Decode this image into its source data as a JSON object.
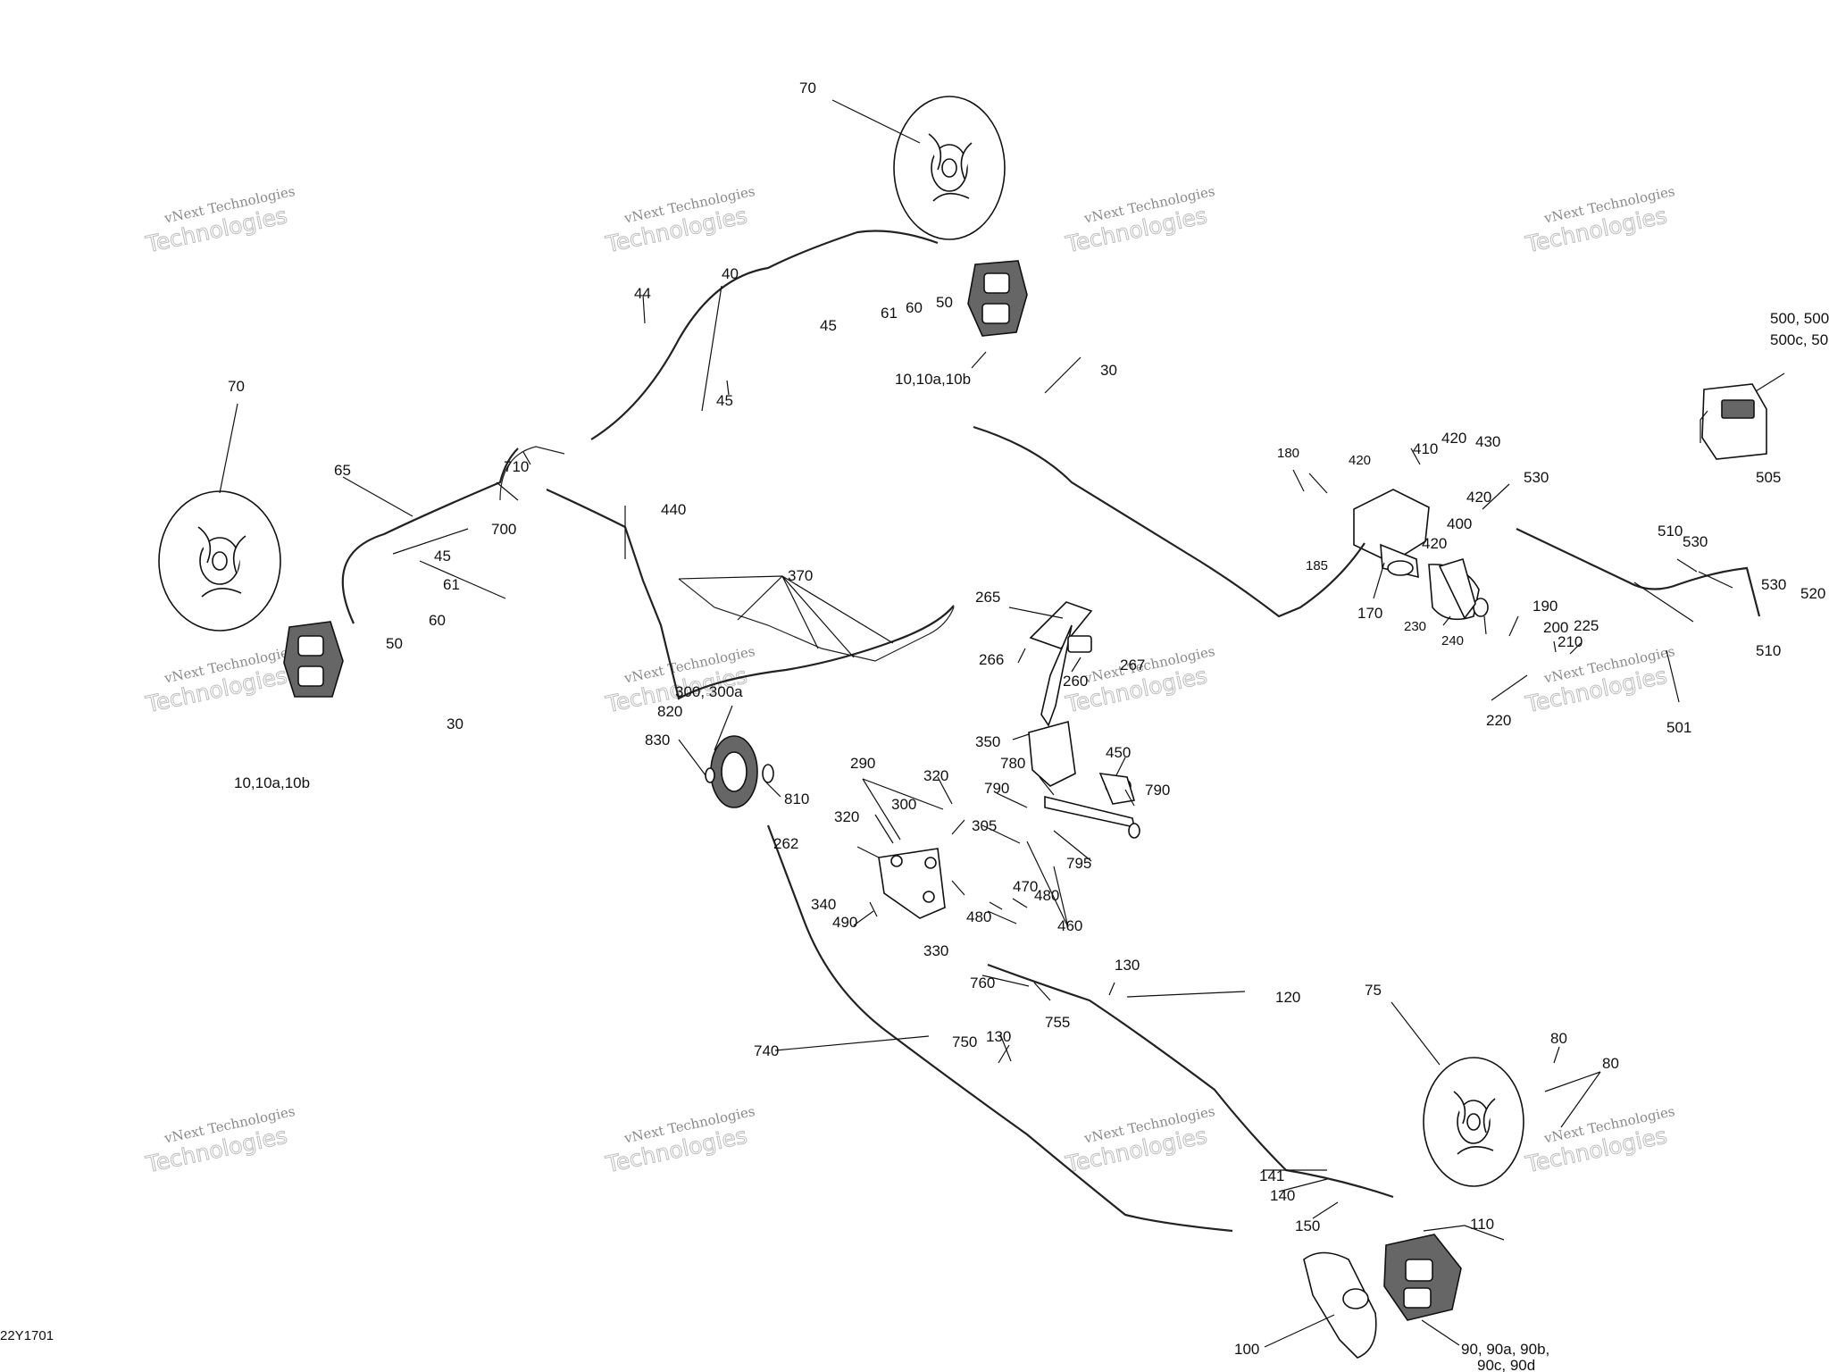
{
  "diagram": {
    "code": "22Y1701",
    "watermark": {
      "line1": "vNext Technologies",
      "line2": "Technologies"
    },
    "callouts": [
      "70",
      "70",
      "75",
      "40",
      "44",
      "45",
      "45",
      "45",
      "61",
      "61",
      "60",
      "60",
      "50",
      "50",
      "10,10a,10b",
      "10,10a,10b",
      "30",
      "30",
      "65",
      "700",
      "710",
      "440",
      "370",
      "180",
      "185",
      "420",
      "410",
      "420",
      "430",
      "420",
      "400",
      "420",
      "530",
      "505",
      "500, 500",
      "500c, 50",
      "510",
      "530",
      "520",
      "530",
      "510",
      "170",
      "230",
      "240",
      "190",
      "200",
      "225",
      "210",
      "220",
      "501",
      "265",
      "266",
      "267",
      "260",
      "350",
      "300, 300a",
      "820",
      "830",
      "810",
      "290",
      "320",
      "320",
      "300",
      "305",
      "262",
      "340",
      "490",
      "330",
      "470",
      "480",
      "460",
      "480",
      "450",
      "780",
      "790",
      "790",
      "795",
      "760",
      "755",
      "130",
      "120",
      "740",
      "750",
      "130",
      "141",
      "140",
      "150",
      "80",
      "80",
      "110",
      "100",
      "90, 90a, 90b,",
      "90c, 90d"
    ]
  }
}
